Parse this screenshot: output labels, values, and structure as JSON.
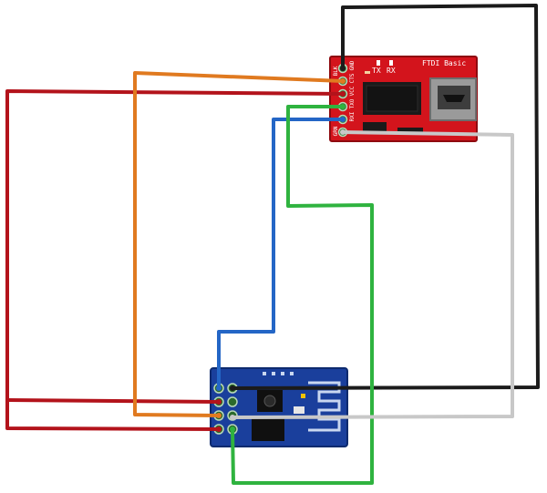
{
  "ftdi": {
    "title": "FTDI Basic",
    "led_labels": [
      "TX",
      "RX"
    ],
    "pins": [
      "BLK",
      "GND",
      "CTS",
      "VCC",
      "TXO",
      "RXI",
      "GRN"
    ],
    "colors": {
      "board": "#d3141c",
      "chip": "#1a1a1a",
      "usb": "#9a9a9a",
      "pad": "#2f6f2f"
    }
  },
  "esp": {
    "colors": {
      "board": "#1a3f9c",
      "chip": "#101010",
      "antenna": "#c9d7f0",
      "pad": "#2c6a2c"
    }
  },
  "wires": [
    {
      "name": "wire-black",
      "color": "#1b1b1b"
    },
    {
      "name": "wire-red",
      "color": "#b3131b"
    },
    {
      "name": "wire-orange",
      "color": "#e07a20"
    },
    {
      "name": "wire-green",
      "color": "#2fb33f"
    },
    {
      "name": "wire-blue",
      "color": "#2466c6"
    },
    {
      "name": "wire-white",
      "color": "#c8c8c8"
    }
  ]
}
